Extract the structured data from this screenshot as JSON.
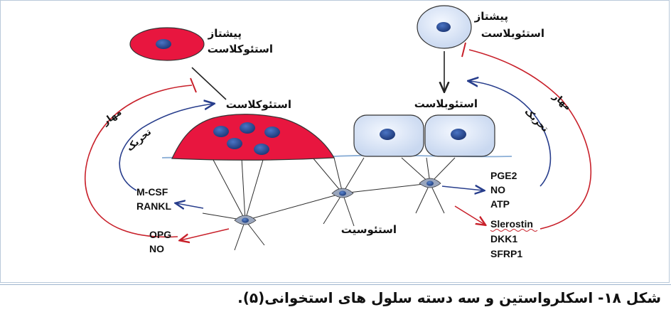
{
  "colors": {
    "osteoclast_fill": "#e8163f",
    "osteoblast_fill": "#dde7f7",
    "nucleus": "#2b4e9c",
    "inhibit_line": "#c8202a",
    "stimulate_line": "#273d8c",
    "bone_line": "#8aaed6"
  },
  "labels": {
    "pre_osteoclast_1": "پیشتاز",
    "pre_osteoclast_2": "استئوکلاست",
    "pre_osteoblast_1": "پیشتاز",
    "pre_osteoblast_2": "استئوبلاست",
    "osteoclast": "استئوکلاست",
    "osteoblast": "استئوبلاست",
    "osteocyte": "استئوسیت",
    "inhibit_left": "مهار",
    "stimulate_left": "تحریک",
    "inhibit_right": "مهار",
    "stimulate_right": "تحریک"
  },
  "factors": {
    "mcsf": "M-CSF",
    "rankl": "RANKL",
    "opg": "OPG",
    "no_left": "NO",
    "pge2": "PGE2",
    "no_right": "NO",
    "atp": "ATP",
    "sclerostin": "Slerostin",
    "dkk1": "DKK1",
    "sfrp1": "SFRP1"
  },
  "caption": "شکل ۱۸- اسکلرواستین و سه دسته سلول های استخوانی(۵)."
}
